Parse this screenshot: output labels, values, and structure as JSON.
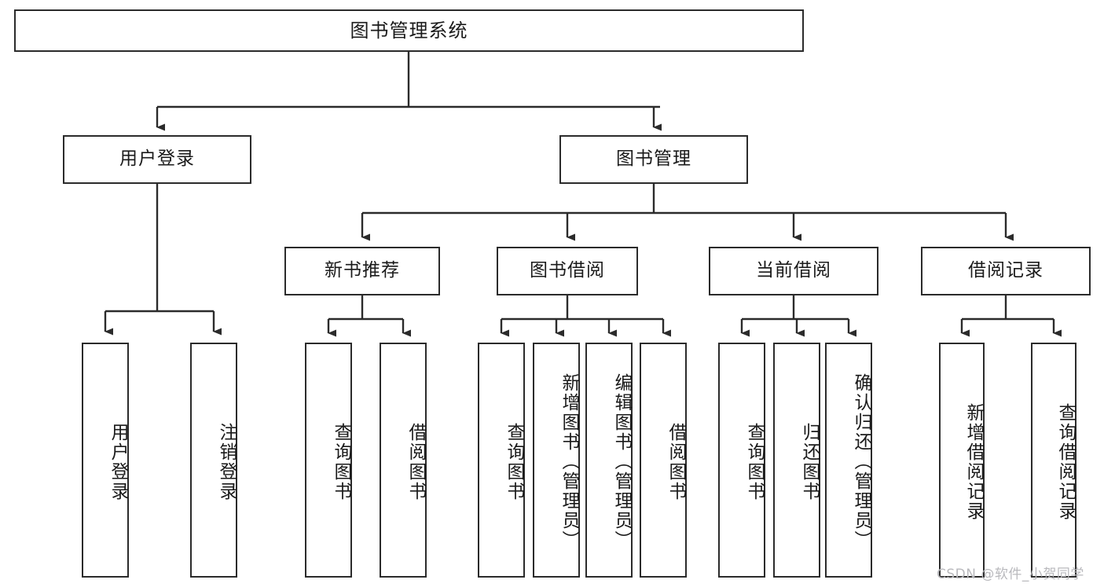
{
  "diagram": {
    "title": "图书管理系统",
    "type": "tree-hierarchy",
    "watermark": "CSDN @软件_小贺同学",
    "colors": {
      "stroke": "#2b2b2b",
      "fill": "#ffffff",
      "text": "#1a1a1a",
      "watermark": "#b9b9bd"
    },
    "levels": {
      "root": {
        "label": "图书管理系统"
      },
      "level2": [
        {
          "label": "用户登录"
        },
        {
          "label": "图书管理"
        }
      ],
      "level3": [
        {
          "label": "新书推荐"
        },
        {
          "label": "图书借阅"
        },
        {
          "label": "当前借阅"
        },
        {
          "label": "借阅记录"
        }
      ],
      "leaves": [
        {
          "label": "用户登录",
          "parent": "用户登录"
        },
        {
          "label": "注销登录",
          "parent": "用户登录"
        },
        {
          "label": "查询图书",
          "parent": "新书推荐"
        },
        {
          "label": "借阅图书",
          "parent": "新书推荐"
        },
        {
          "label": "查询图书",
          "parent": "图书借阅"
        },
        {
          "label": "新增图书（管理员）",
          "parent": "图书借阅"
        },
        {
          "label": "编辑图书（管理员）",
          "parent": "图书借阅"
        },
        {
          "label": "借阅图书",
          "parent": "图书借阅"
        },
        {
          "label": "查询图书",
          "parent": "当前借阅"
        },
        {
          "label": "归还图书",
          "parent": "当前借阅"
        },
        {
          "label": "确认归还（管理员）",
          "parent": "当前借阅"
        },
        {
          "label": "新增借阅记录",
          "parent": "借阅记录"
        },
        {
          "label": "查询借阅记录",
          "parent": "借阅记录"
        }
      ]
    }
  }
}
